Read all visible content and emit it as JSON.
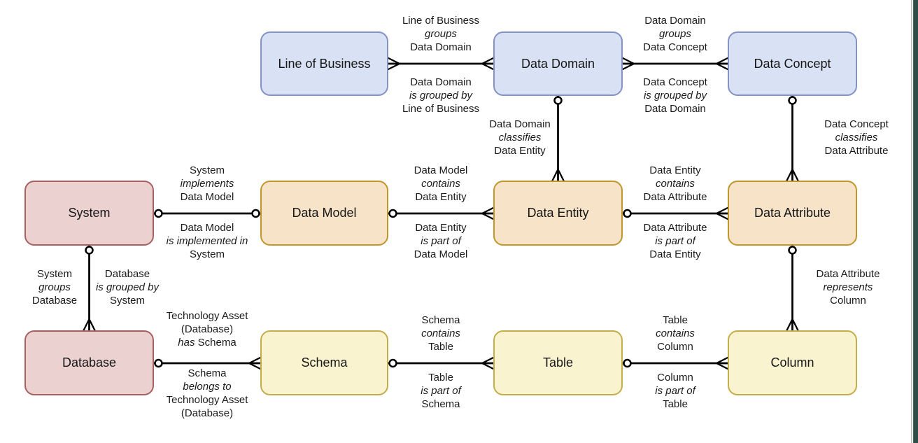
{
  "colors": {
    "business_fill": "#d9e2f5",
    "business_border": "#8492c4",
    "system_fill": "#ecd1d1",
    "system_border": "#a86060",
    "logical_fill": "#f7e3c7",
    "logical_border": "#c0962d",
    "physical_fill": "#faf3d0",
    "physical_border": "#c3ae4b",
    "connector": "#000000",
    "right_edge_bar": "#2f4e45"
  },
  "entities": {
    "line_of_business": {
      "label": "Line of Business"
    },
    "data_domain": {
      "label": "Data Domain"
    },
    "data_concept": {
      "label": "Data Concept"
    },
    "system": {
      "label": "System"
    },
    "data_model": {
      "label": "Data Model"
    },
    "data_entity": {
      "label": "Data Entity"
    },
    "data_attribute": {
      "label": "Data Attribute"
    },
    "database": {
      "label": "Database"
    },
    "schema": {
      "label": "Schema"
    },
    "table": {
      "label": "Table"
    },
    "column": {
      "label": "Column"
    }
  },
  "rel": {
    "lob_groups_dd": {
      "a": "Line of Business",
      "b": "groups",
      "c": "Data Domain"
    },
    "dd_grouped_by_lob": {
      "a": "Data Domain",
      "b": "is grouped by",
      "c": "Line of Business"
    },
    "dd_groups_dc": {
      "a": "Data Domain",
      "b": "groups",
      "c": "Data Concept"
    },
    "dc_grouped_by_dd": {
      "a": "Data Concept",
      "b": "is grouped by",
      "c": "Data Domain"
    },
    "dd_classifies_de": {
      "a": "Data Domain",
      "b": "classifies",
      "c": "Data Entity"
    },
    "dc_classifies_da": {
      "a": "Data Concept",
      "b": "classifies",
      "c": "Data Attribute"
    },
    "system_implements_dm": {
      "a": "System",
      "b": "implements",
      "c": "Data Model"
    },
    "dm_implemented_in_system": {
      "a": "Data Model",
      "b": "is implemented in",
      "c": "System"
    },
    "dm_contains_de": {
      "a": "Data Model",
      "b": "contains",
      "c": "Data Entity"
    },
    "de_part_of_dm": {
      "a": "Data Entity",
      "b": "is part of",
      "c": "Data Model"
    },
    "de_contains_da": {
      "a": "Data Entity",
      "b": "contains",
      "c": "Data Attribute"
    },
    "da_part_of_de": {
      "a": "Data Attribute",
      "b": "is part of",
      "c": "Data Entity"
    },
    "system_groups_db": {
      "a": "System",
      "b": "groups",
      "c": "Database"
    },
    "db_grouped_by_system": {
      "a": "Database",
      "b": "is grouped by",
      "c": "System"
    },
    "da_represents_column": {
      "a": "Data Attribute",
      "b": "represents",
      "c": "Column"
    },
    "ta_has_schema": {
      "a": "Technology Asset",
      "b": "(Database)",
      "c1": "has",
      "c2": "Schema"
    },
    "schema_belongs_to_ta": {
      "a": "Schema",
      "b": "belongs to",
      "c": "Technology Asset",
      "d": "(Database)"
    },
    "schema_contains_table": {
      "a": "Schema",
      "b": "contains",
      "c": "Table"
    },
    "table_part_of_schema": {
      "a": "Table",
      "b": "is part of",
      "c": "Schema"
    },
    "table_contains_column": {
      "a": "Table",
      "b": "contains",
      "c": "Column"
    },
    "column_part_of_table": {
      "a": "Column",
      "b": "is part of",
      "c": "Table"
    }
  }
}
